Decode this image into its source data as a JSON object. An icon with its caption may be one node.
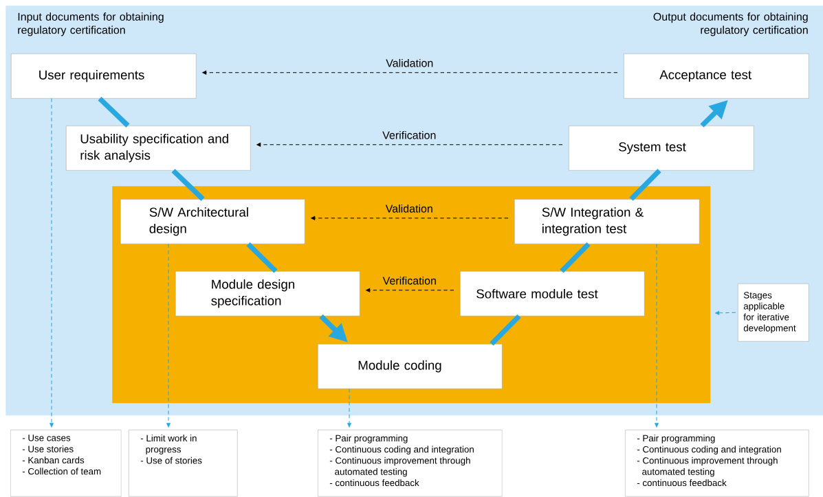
{
  "diagram": {
    "nodes": [
      {
        "text": [
          "Input documents for obtaining regulatory certification",
          "Output documents for obtaining regulatory certification"
        ]
      },
      {
        "text": [
          "User requirements"
        ],
        "in": 0
      },
      {
        "text": [
          "Acceptance test"
        ],
        "in": 0
      },
      {
        "text": [
          "Usability specification and risk analysis"
        ],
        "in": 0
      },
      {
        "text": [
          "System test"
        ],
        "in": 0
      },
      {
        "text": [],
        "shape": "box",
        "in": 0
      },
      {
        "text": [
          "S/W Architectural design"
        ],
        "in": 5
      },
      {
        "text": [
          "S/W Integration & integration test"
        ],
        "in": 5
      },
      {
        "text": [
          "Module design specification"
        ],
        "in": 5
      },
      {
        "text": [
          "Software module test"
        ],
        "in": 5
      },
      {
        "text": [
          "Module coding"
        ],
        "in": 5
      },
      {
        "text": [
          "Stages applicable for iterative development"
        ],
        "in": 0
      },
      {
        "text": [
          "- Use cases",
          "- Use stories",
          "- Kanban cards",
          "- Collection of team"
        ]
      },
      {
        "text": [
          "- Limit work in progress",
          "- Use of stories"
        ]
      },
      {
        "text": [
          "- Pair programming",
          "- Continuous coding and integration",
          "- Continuous improvement through automated testing",
          "- continuous feedback"
        ]
      },
      {
        "text": [
          "- Pair programming",
          "- Continuous coding and integration",
          "- Continuous improvement through automated testing",
          "- continuous feedback"
        ]
      }
    ],
    "edges": [
      {
        "from": 1,
        "to": 3,
        "arrow": "none",
        "style": "thick",
        "color": "#29a8e0"
      },
      {
        "from": 3,
        "to": 6,
        "arrow": "none",
        "style": "thick",
        "color": "#29a8e0"
      },
      {
        "from": 6,
        "to": 8,
        "arrow": "none",
        "style": "thick",
        "color": "#29a8e0"
      },
      {
        "from": 8,
        "to": 10,
        "arrow": "to",
        "style": "thick",
        "color": "#29a8e0"
      },
      {
        "from": 10,
        "to": 9,
        "arrow": "none",
        "style": "thick",
        "color": "#29a8e0"
      },
      {
        "from": 9,
        "to": 7,
        "arrow": "none",
        "style": "thick",
        "color": "#29a8e0"
      },
      {
        "from": 7,
        "to": 4,
        "arrow": "none",
        "style": "thick",
        "color": "#29a8e0"
      },
      {
        "from": 4,
        "to": 2,
        "arrow": "to",
        "style": "thick",
        "color": "#29a8e0"
      },
      {
        "from": 2,
        "to": 1,
        "arrow": "to",
        "label": "Validation",
        "style": "dashed",
        "color": "#000000"
      },
      {
        "from": 4,
        "to": 3,
        "arrow": "to",
        "label": "Verification",
        "style": "dashed",
        "color": "#000000"
      },
      {
        "from": 7,
        "to": 6,
        "arrow": "to",
        "label": "Validation",
        "style": "dashed",
        "color": "#000000"
      },
      {
        "from": 9,
        "to": 8,
        "arrow": "to",
        "label": "Verification",
        "style": "dashed",
        "color": "#000000"
      },
      {
        "from": 1,
        "to": 12,
        "arrow": "to",
        "style": "dashed",
        "color": "#29a8e0"
      },
      {
        "from": 6,
        "to": 13,
        "arrow": "to",
        "style": "dashed",
        "color": "#29a8e0"
      },
      {
        "from": 10,
        "to": 14,
        "arrow": "to",
        "style": "dashed",
        "color": "#29a8e0"
      },
      {
        "from": 7,
        "to": 15,
        "arrow": "to",
        "style": "dashed",
        "color": "#29a8e0"
      },
      {
        "from": 11,
        "to": 5,
        "arrow": "to",
        "style": "dashed",
        "color": "#29a8e0"
      }
    ]
  }
}
